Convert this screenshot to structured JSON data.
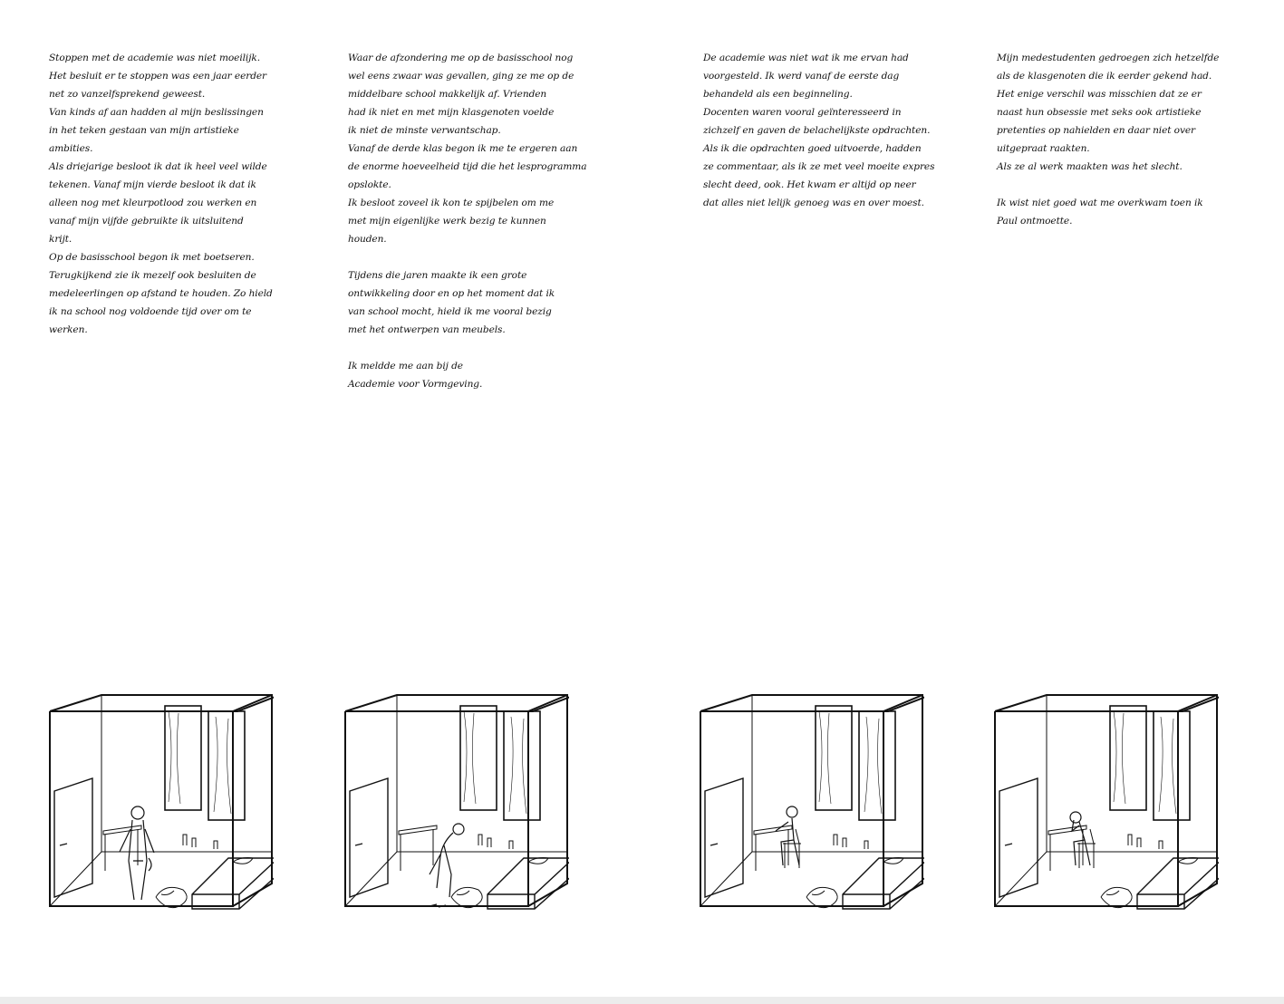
{
  "columns": [
    {
      "paragraphs": [
        [
          "Stoppen met de academie was niet moeilijk.",
          "Het besluit er te stoppen was een jaar eerder",
          "net zo vanzelfsprekend geweest.",
          "Van kinds af aan hadden al mijn beslissingen",
          "in het teken gestaan van mijn artistieke",
          "ambities.",
          "Als driejarige besloot ik dat ik heel veel wilde",
          "tekenen. Vanaf mijn vierde besloot ik dat ik",
          "alleen nog met kleurpotlood zou werken en",
          "vanaf mijn vijfde gebruikte ik uitsluitend",
          "krijt.",
          "Op de basisschool begon ik met boetseren.",
          "Terugkijkend zie ik mezelf ook besluiten de",
          "medeleerlingen op afstand te houden. Zo hield",
          "ik na school nog voldoende tijd over om te",
          "werken."
        ]
      ]
    },
    {
      "paragraphs": [
        [
          "Waar de afzondering me op de basisschool nog",
          "wel eens zwaar was gevallen, ging ze me op de",
          "middelbare school makkelijk af. Vrienden",
          "had ik niet en met mijn klasgenoten voelde",
          "ik niet de minste verwantschap.",
          "Vanaf de derde klas begon ik me te ergeren aan",
          "de enorme hoeveelheid tijd die het lesprogramma",
          "opslokte.",
          "Ik besloot zoveel ik kon te spijbelen om me",
          "met mijn eigenlijke werk bezig te kunnen",
          "houden."
        ],
        [
          "Tijdens die jaren maakte ik een grote",
          "ontwikkeling door en op het moment dat ik",
          "van school mocht, hield ik me vooral bezig",
          "met het ontwerpen van meubels."
        ],
        [
          "Ik meldde me aan bij de",
          "Academie voor Vormgeving."
        ]
      ]
    },
    {
      "paragraphs": [
        [
          "De academie was niet wat ik me ervan had",
          "voorgesteld. Ik werd vanaf de eerste dag",
          "behandeld als een beginneling.",
          "Docenten waren vooral geïnteresseerd in",
          "zichzelf en gaven de belachelijkste opdrachten.",
          "Als ik die opdrachten goed uitvoerde, hadden",
          "ze commentaar, als ik ze met veel moeite expres",
          "slecht deed, ook. Het kwam er altijd op neer",
          "dat alles niet lelijk genoeg was en over moest."
        ]
      ]
    },
    {
      "paragraphs": [
        [
          "Mijn medestudenten gedroegen zich hetzelfde",
          "als de klasgenoten die ik eerder gekend had.",
          "Het enige verschil was misschien dat ze er",
          "naast hun obsessie met seks ook artistieke",
          "pretenties op nahielden en daar niet over",
          "uitgepraat raakten.",
          "Als ze al werk maakten was het slecht."
        ],
        [
          "Ik wist niet goed wat me overkwam toen ik",
          "Paul ontmoette."
        ]
      ]
    }
  ],
  "panels": [
    {
      "figure": "standing-dressing",
      "has_chair": false
    },
    {
      "figure": "bending-dressing",
      "has_chair": false
    },
    {
      "figure": "seated-writing",
      "has_chair": true
    },
    {
      "figure": "seated-head-in-hand",
      "has_chair": true
    }
  ],
  "colors": {
    "ink": "#111111",
    "page": "#ffffff",
    "margin": "#ececec"
  }
}
